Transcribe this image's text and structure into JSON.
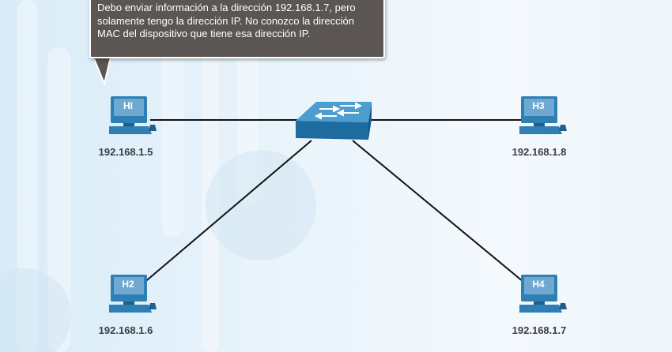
{
  "callout": {
    "text": "Debo enviar información a la dirección 192.168.1.7, pero solamente tengo la dirección IP. No conozco la dirección MAC del dispositivo que tiene esa dirección IP."
  },
  "hosts": [
    {
      "name": "HI",
      "ip": "192.168.1.5"
    },
    {
      "name": "H2",
      "ip": "192.168.1.6"
    },
    {
      "name": "H3",
      "ip": "192.168.1.8"
    },
    {
      "name": "H4",
      "ip": "192.168.1.7"
    }
  ],
  "colors": {
    "pc_body": "#2d7fb4",
    "pc_screen": "#6fa9d1",
    "switch_top": "#4d9ed0",
    "switch_front": "#1e6c9f",
    "link": "#111111",
    "callout_bg": "#5b5654"
  }
}
